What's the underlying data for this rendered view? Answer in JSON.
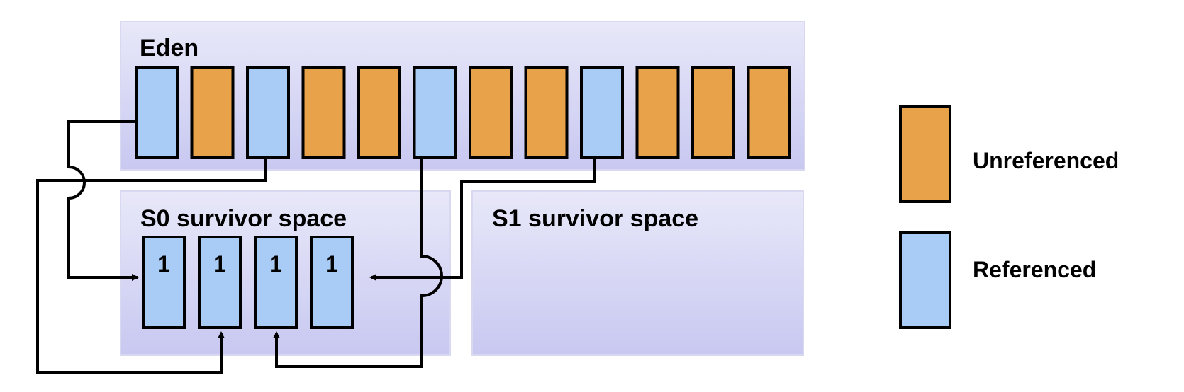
{
  "colors": {
    "unreferenced": "#E8A24A",
    "referenced": "#A8CCF5",
    "region_top": "#E6E6F8",
    "region_bottom": "#C9C9F2",
    "stroke": "#000000"
  },
  "eden": {
    "label": "Eden",
    "objects": [
      "referenced",
      "unreferenced",
      "referenced",
      "unreferenced",
      "unreferenced",
      "referenced",
      "unreferenced",
      "unreferenced",
      "referenced",
      "unreferenced",
      "unreferenced",
      "unreferenced"
    ]
  },
  "s0": {
    "label": "S0 survivor space",
    "objects": [
      "1",
      "1",
      "1",
      "1"
    ]
  },
  "s1": {
    "label": "S1 survivor space"
  },
  "legend": {
    "unreferenced_label": "Unreferenced",
    "referenced_label": "Referenced"
  }
}
